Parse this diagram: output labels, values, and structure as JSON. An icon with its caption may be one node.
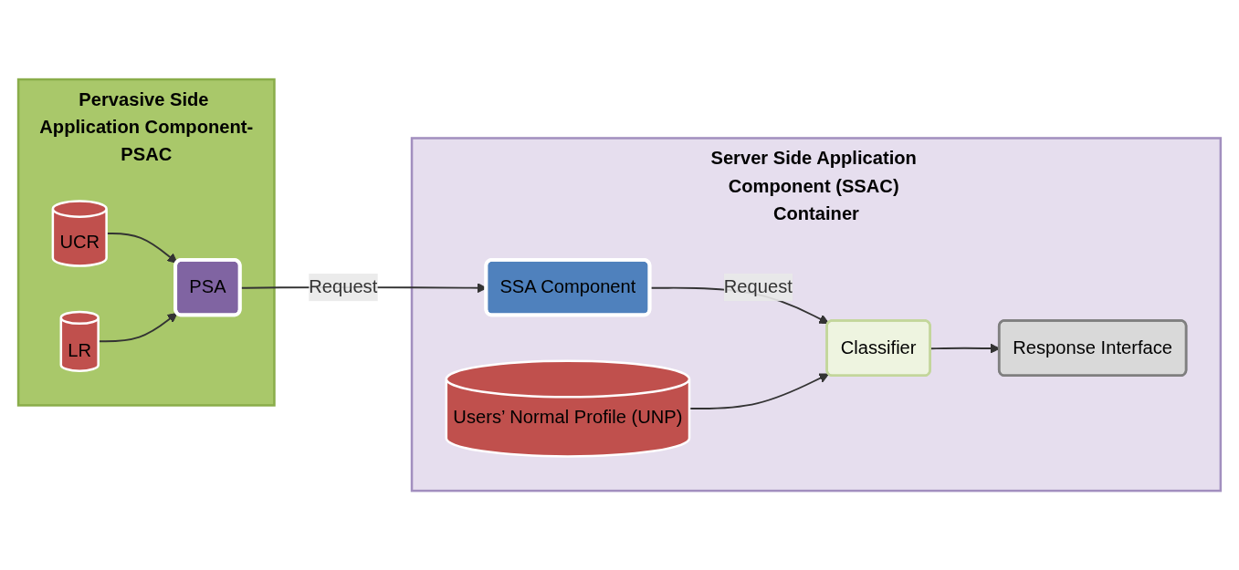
{
  "diagram": {
    "nodes": [
      {
        "text": [
          "Pervasive Side Application Component-PSAC"
        ]
      },
      {
        "text": [
          "PSA"
        ],
        "in": 0
      },
      {
        "text": [
          "UCR"
        ],
        "in": 0
      },
      {
        "text": [
          "LR"
        ],
        "in": 0
      },
      {
        "text": [
          "Server Side Application Component (SSAC) Container"
        ]
      },
      {
        "text": [
          "SSA Component"
        ],
        "in": 4
      },
      {
        "text": [
          "Classifier"
        ],
        "in": 4
      },
      {
        "text": [
          "Users’ Normal Profile (UNP)"
        ],
        "in": 4
      },
      {
        "text": [
          "Response Interface"
        ],
        "in": 4
      }
    ],
    "edges": [
      {
        "from": 2,
        "to": 1,
        "arrow": "to"
      },
      {
        "from": 3,
        "to": 1,
        "arrow": "to"
      },
      {
        "from": 1,
        "to": 5,
        "arrow": "to",
        "label": "Request"
      },
      {
        "from": 5,
        "to": 6,
        "arrow": "to",
        "label": "Request"
      },
      {
        "from": 7,
        "to": 6,
        "arrow": "to"
      },
      {
        "from": 6,
        "to": 8,
        "arrow": "to"
      }
    ]
  }
}
